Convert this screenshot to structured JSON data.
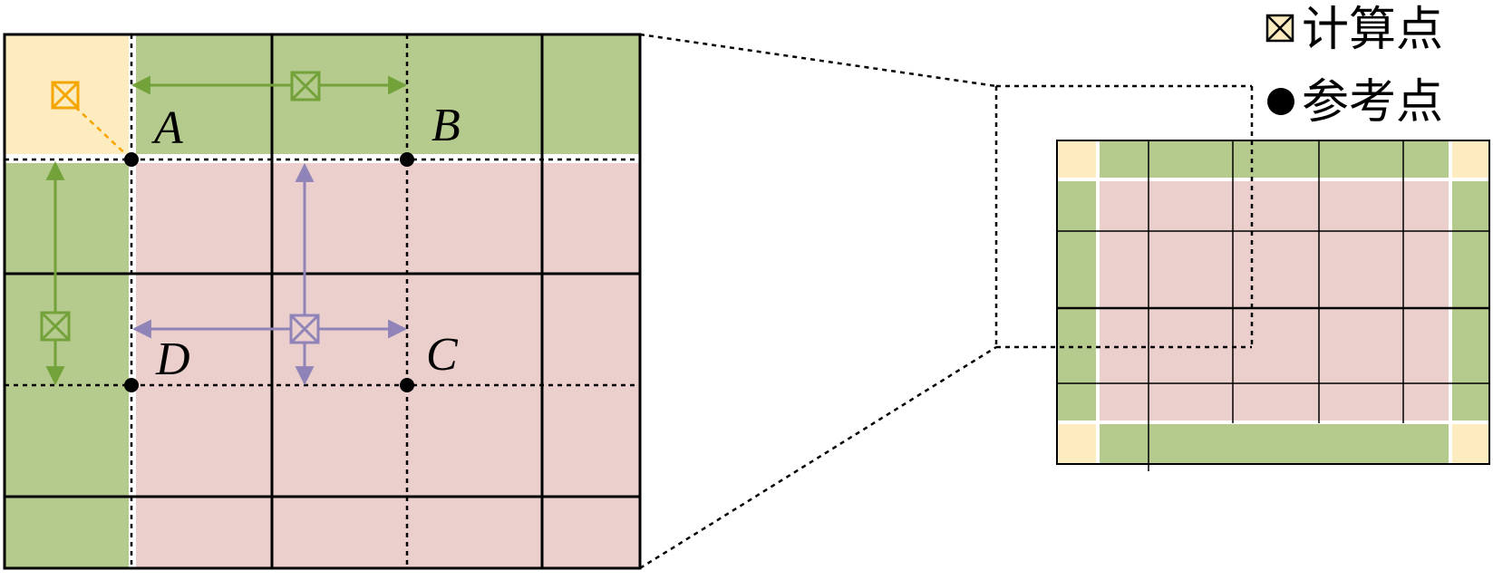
{
  "legend": {
    "items": [
      {
        "icon": "crossed-square-icon",
        "label": "计算点"
      },
      {
        "icon": "filled-circle-icon",
        "label": "参考点"
      }
    ]
  },
  "point_labels": {
    "A": "A",
    "B": "B",
    "C": "C",
    "D": "D"
  },
  "colors": {
    "corner": "#fdecc0",
    "edge": "#b5cb8e",
    "interior": "#ebcfcd",
    "corner_marker": "#f5a500",
    "edge_arrow": "#73a23b",
    "interior_arrow": "#8f83b8",
    "line": "#000000"
  }
}
